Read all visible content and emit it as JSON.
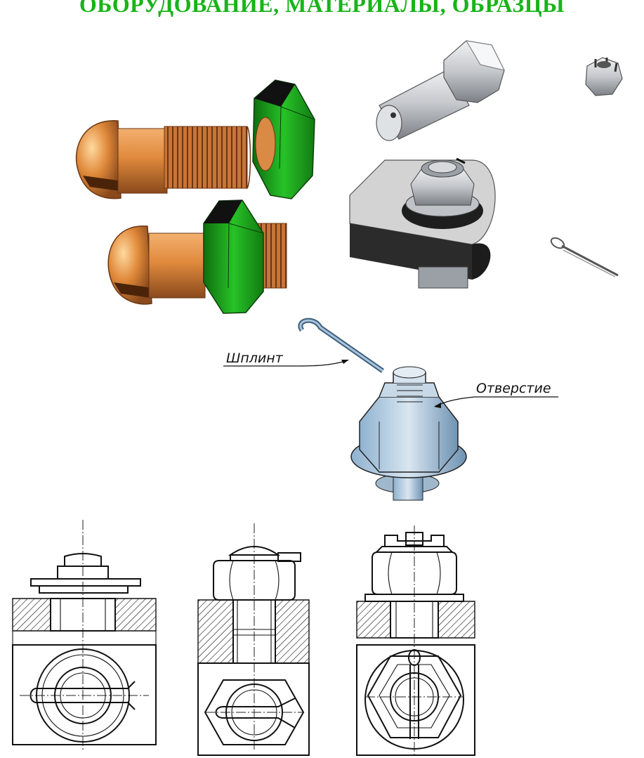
{
  "header": {
    "title": "ОБОРУДОВАНИЕ, МАТЕРИАЛЫ, ОБРАЗЦЫ",
    "title_color": "#18b418"
  },
  "callouts": {
    "cotter_pin": "Шплинт",
    "hole": "Отверстие"
  },
  "colors": {
    "copper": "#d98a45",
    "nut_green": "#1fa51f",
    "steel": "#c9ccd0",
    "drawing_ink": "#111111"
  }
}
